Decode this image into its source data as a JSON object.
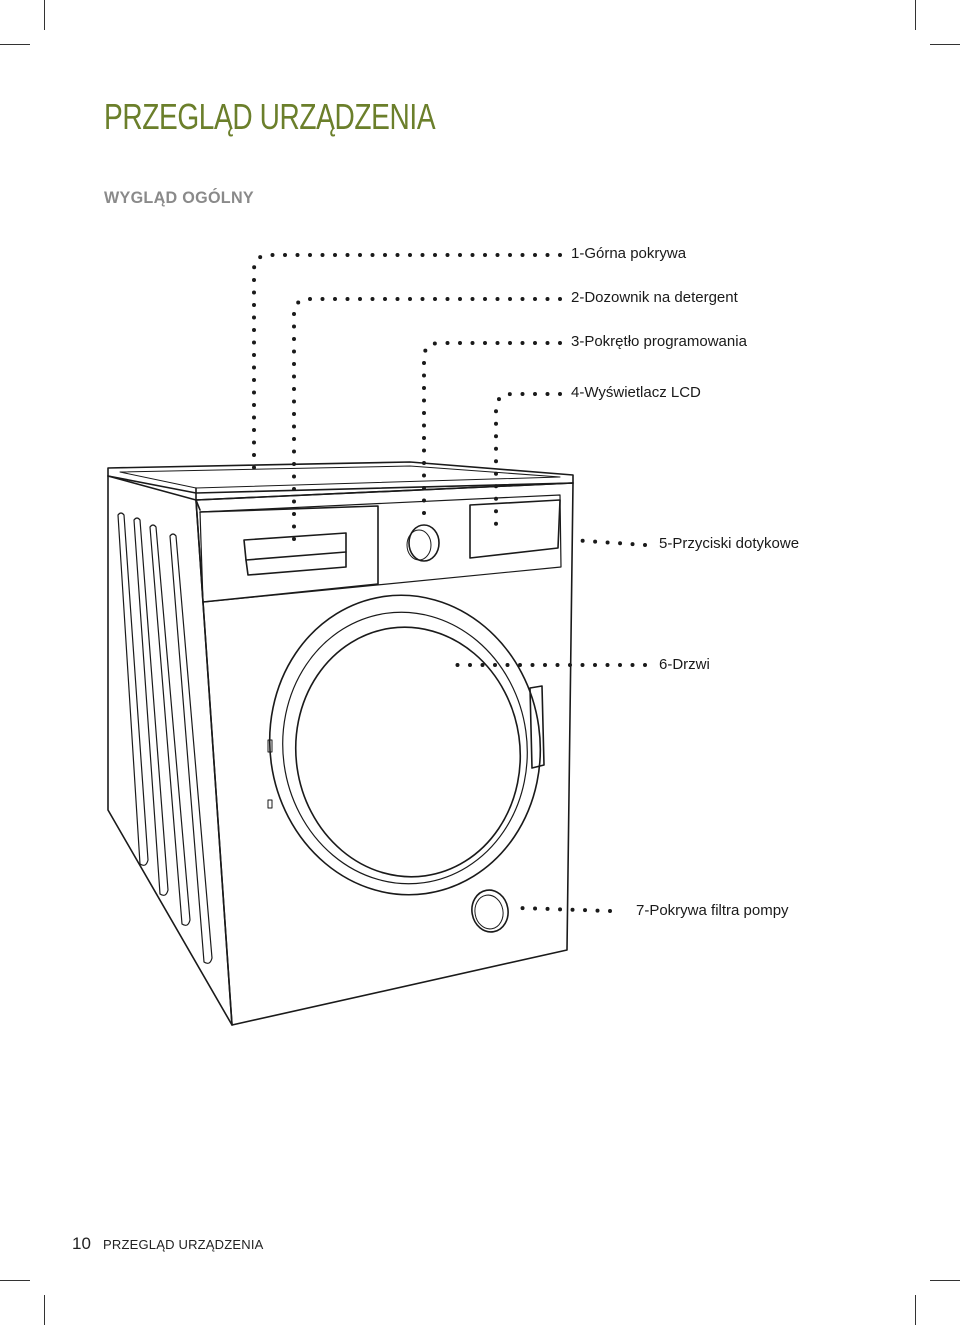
{
  "page": {
    "title": "PRZEGLĄD URZĄDZENIA",
    "subtitle": "WYGLĄD OGÓLNY"
  },
  "labels": [
    "1-Górna pokrywa",
    "2-Dozownik na detergent",
    "3-Pokrętło programowania",
    "4-Wyświetlacz LCD",
    "5-Przyciski dotykowe",
    "6-Drzwi",
    "7-Pokrywa filtra pompy"
  ],
  "footer": {
    "page_number": "10",
    "section": "PRZEGLĄD URZĄDZENIA"
  }
}
